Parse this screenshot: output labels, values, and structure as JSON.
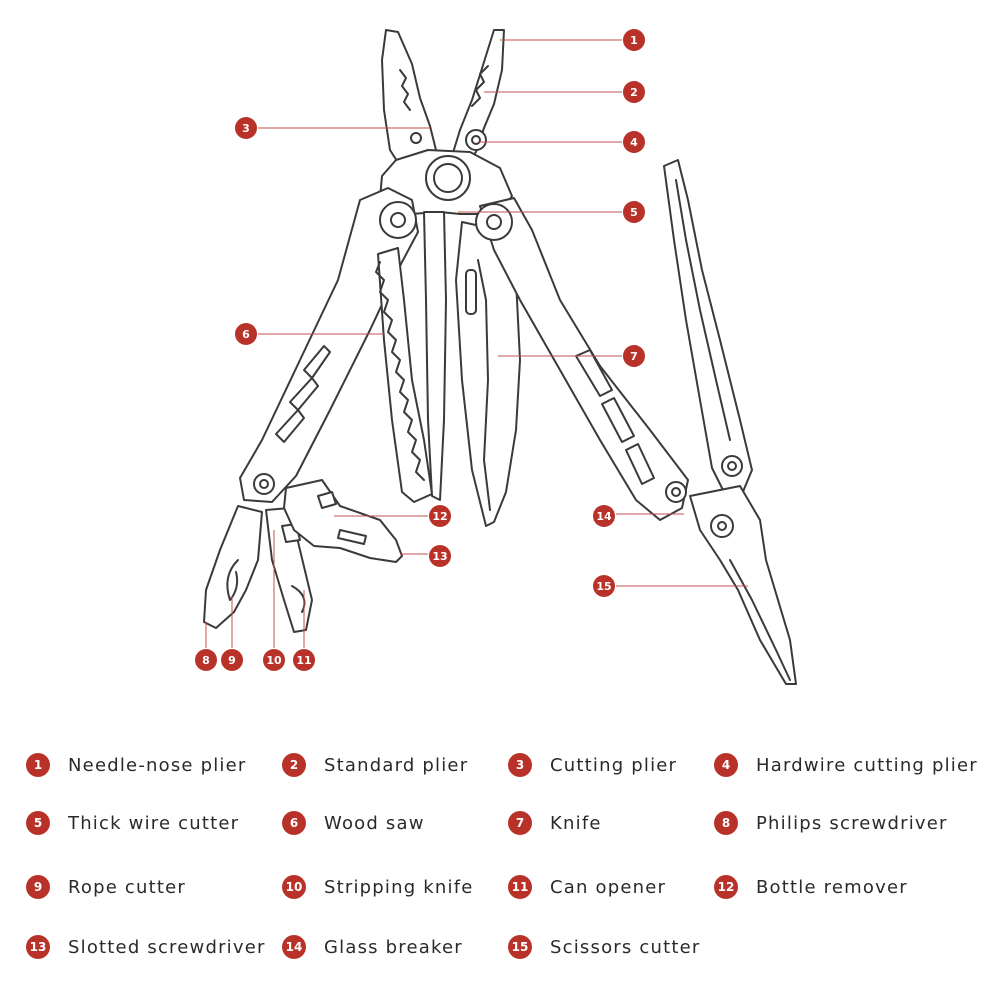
{
  "colors": {
    "badge": "#b8322a",
    "leader": "#c0504a",
    "outline": "#3a3a3a",
    "text": "#2a2a2a"
  },
  "callouts": [
    "1",
    "2",
    "3",
    "4",
    "5",
    "6",
    "7",
    "8",
    "9",
    "10",
    "11",
    "12",
    "13",
    "14",
    "15"
  ],
  "legend": [
    {
      "num": "1",
      "label": "Needle-nose plier"
    },
    {
      "num": "2",
      "label": "Standard plier"
    },
    {
      "num": "3",
      "label": "Cutting plier"
    },
    {
      "num": "4",
      "label": "Hardwire cutting plier"
    },
    {
      "num": "5",
      "label": "Thick wire cutter"
    },
    {
      "num": "6",
      "label": "Wood saw"
    },
    {
      "num": "7",
      "label": "Knife"
    },
    {
      "num": "8",
      "label": "Philips screwdriver"
    },
    {
      "num": "9",
      "label": "Rope cutter"
    },
    {
      "num": "10",
      "label": "Stripping knife"
    },
    {
      "num": "11",
      "label": "Can opener"
    },
    {
      "num": "12",
      "label": "Bottle remover"
    },
    {
      "num": "13",
      "label": "Slotted screwdriver"
    },
    {
      "num": "14",
      "label": "Glass breaker"
    },
    {
      "num": "15",
      "label": "Scissors cutter"
    }
  ]
}
